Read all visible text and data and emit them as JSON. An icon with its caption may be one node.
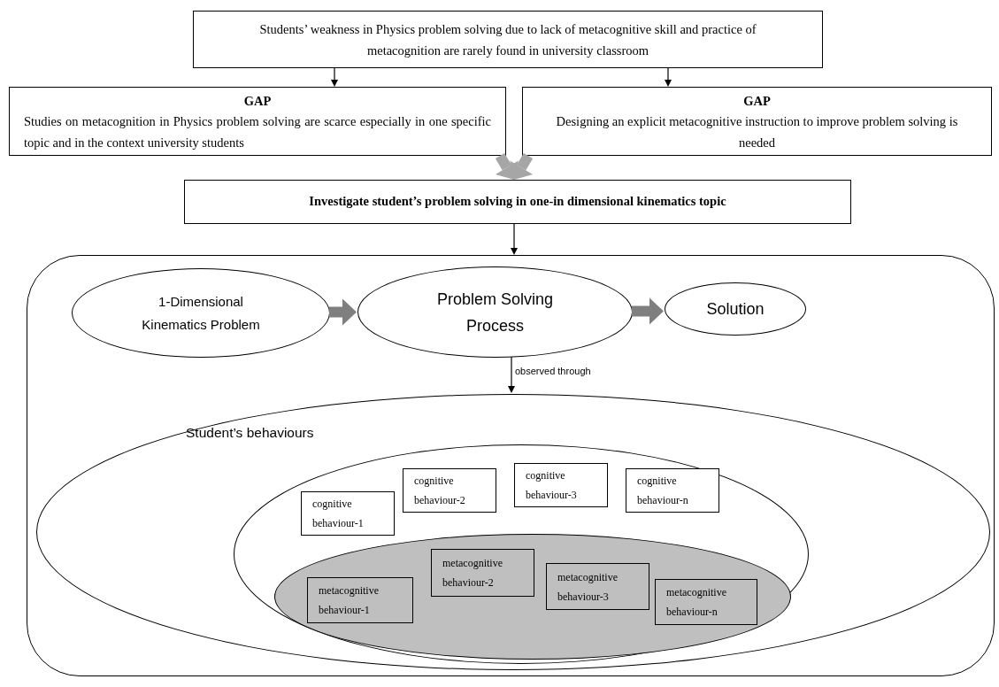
{
  "diagram": {
    "nodes": [
      {
        "text": [
          "Students’ weakness in Physics problem solving due to lack of metacognitive skill and practice of metacognition are rarely found in university classroom"
        ]
      },
      {
        "text": [
          "GAP",
          "Studies on metacognition in Physics problem solving are scarce especially in one specific topic and in the context university students"
        ]
      },
      {
        "text": [
          "GAP",
          "Designing an explicit metacognitive instruction to improve problem solving is needed"
        ]
      },
      {
        "text": [
          "Investigate student’s problem solving in one-in dimensional kinematics topic"
        ]
      },
      {
        "text": [],
        "shape": "box"
      },
      {
        "text": [
          "1-Dimensional Kinematics Problem"
        ],
        "in": 4
      },
      {
        "text": [
          "Problem Solving Process"
        ],
        "in": 4
      },
      {
        "text": [
          "Solution"
        ],
        "in": 4
      },
      {
        "text": [
          "Student’s behaviours"
        ],
        "in": 4
      },
      {
        "text": [],
        "shape": "ellipse",
        "in": 8
      },
      {
        "text": [
          "cognitive behaviour-1"
        ],
        "in": 9
      },
      {
        "text": [
          "cognitive behaviour-2"
        ],
        "in": 9
      },
      {
        "text": [
          "cognitive behaviour-3"
        ],
        "in": 9
      },
      {
        "text": [
          "cognitive behaviour-n"
        ],
        "in": 9
      },
      {
        "text": [],
        "shape": "ellipse",
        "in": 9
      },
      {
        "text": [
          "metacognitive behaviour-1"
        ],
        "in": 14
      },
      {
        "text": [
          "metacognitive behaviour-2"
        ],
        "in": 14
      },
      {
        "text": [
          "metacognitive behaviour-3"
        ],
        "in": 14
      },
      {
        "text": [
          "metacognitive behaviour-n"
        ],
        "in": 14
      }
    ],
    "edges": [
      {
        "from": 0,
        "to": 1,
        "arrow": "to"
      },
      {
        "from": 0,
        "to": 2,
        "arrow": "to"
      },
      {
        "from": 1,
        "to": 3,
        "arrow": "to",
        "style": "thick",
        "color": "#a6a6a6"
      },
      {
        "from": 2,
        "to": 3,
        "arrow": "to",
        "style": "thick",
        "color": "#a6a6a6"
      },
      {
        "from": 3,
        "to": 4,
        "arrow": "to"
      },
      {
        "from": 5,
        "to": 6,
        "arrow": "to",
        "style": "thick",
        "color": "#7f7f7f"
      },
      {
        "from": 6,
        "to": 7,
        "arrow": "to",
        "style": "thick",
        "color": "#7f7f7f"
      },
      {
        "from": 6,
        "to": 8,
        "arrow": "to",
        "label": "observed through"
      }
    ]
  }
}
